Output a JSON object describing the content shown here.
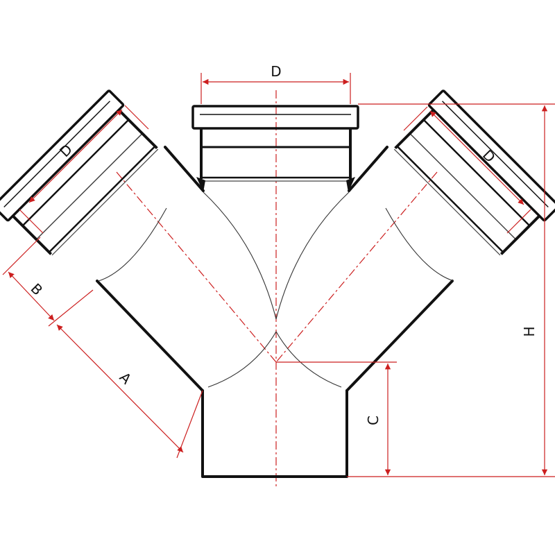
{
  "labels": {
    "d_top": "D",
    "d_left": "D",
    "d_right": "D",
    "a": "A",
    "b": "B",
    "c": "C",
    "h": "H"
  },
  "colors": {
    "outline": "#111111",
    "thin": "#444444",
    "dimension": "#cc1f1f",
    "centerline": "#cc1f1f",
    "background": "#ffffff"
  }
}
